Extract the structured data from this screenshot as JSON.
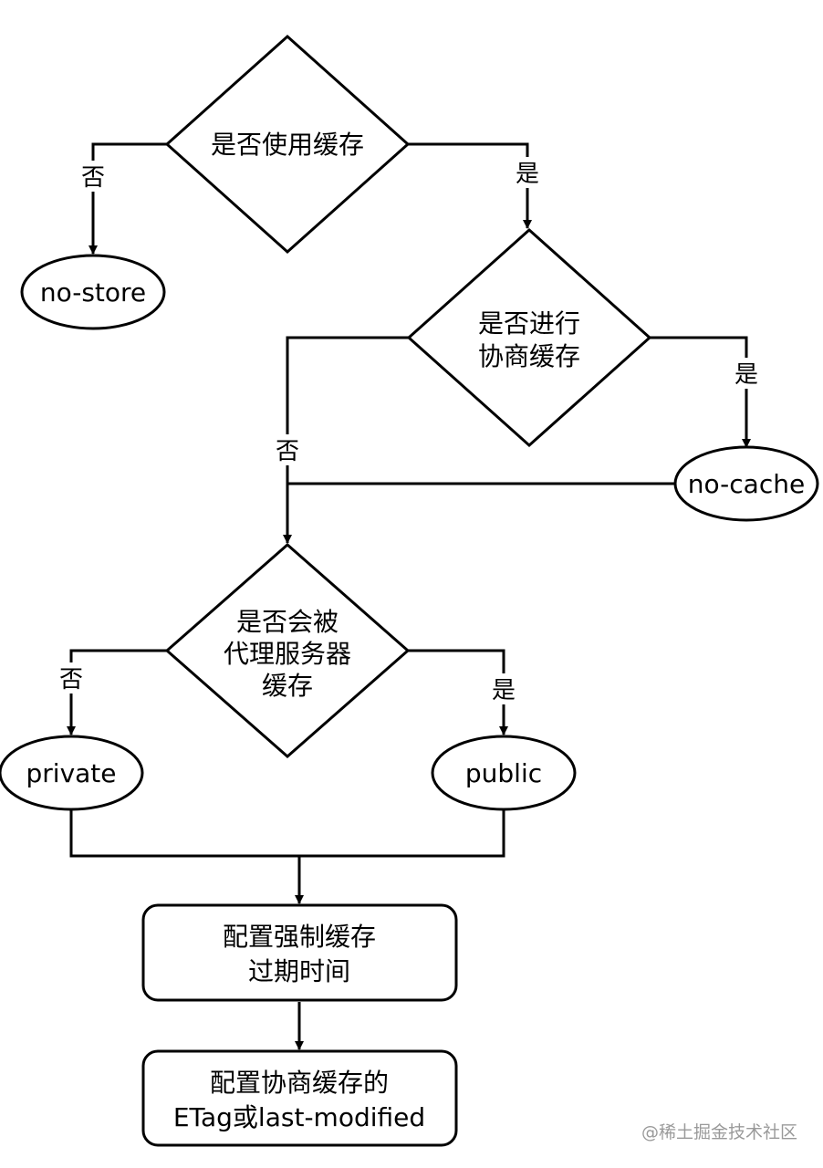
{
  "nodes": {
    "use_cache": {
      "lines": [
        "是否使用缓存"
      ]
    },
    "no_store": {
      "lines": [
        "no-store"
      ]
    },
    "negotiate_cache": {
      "lines": [
        "是否进行",
        "协商缓存"
      ]
    },
    "no_cache": {
      "lines": [
        "no-cache"
      ]
    },
    "proxy_cache": {
      "lines": [
        "是否会被",
        "代理服务器",
        "缓存"
      ]
    },
    "private": {
      "lines": [
        "private"
      ]
    },
    "public": {
      "lines": [
        "public"
      ]
    },
    "strong_cache": {
      "lines": [
        "配置强制缓存",
        "过期时间"
      ]
    },
    "etag": {
      "lines": [
        "配置协商缓存的",
        "ETag或last-modified"
      ]
    }
  },
  "edge_labels": {
    "use_cache_no": "否",
    "use_cache_yes": "是",
    "negotiate_no": "否",
    "negotiate_yes": "是",
    "proxy_no": "否",
    "proxy_yes": "是"
  },
  "watermark": "@稀土掘金技术社区"
}
